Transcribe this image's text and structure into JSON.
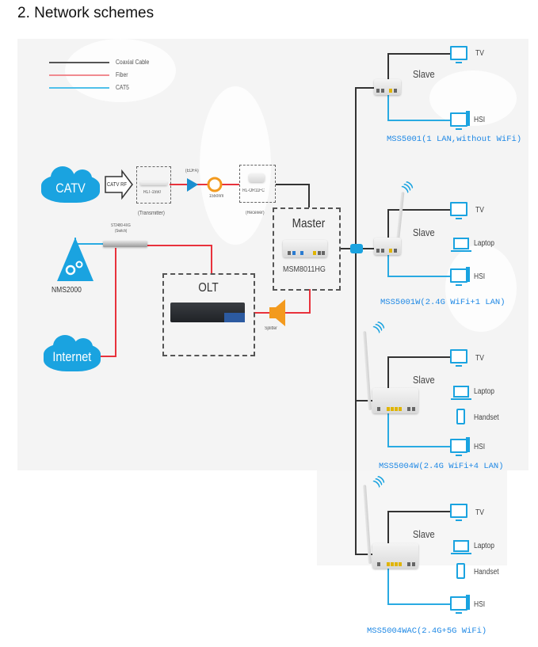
{
  "heading": "2.  Network schemes",
  "legend": [
    {
      "label": "Coaxial Cable",
      "color": "#555555"
    },
    {
      "label": "Fiber",
      "color": "#e8323c"
    },
    {
      "label": "CAT5",
      "color": "#29aae2"
    }
  ],
  "sources": {
    "catv": "CATV",
    "catv_rf": "CATV RF",
    "nms": "NMS2000",
    "internet": "Internet"
  },
  "headend": {
    "transmitter_model": "RLT-1550",
    "transmitter_caption": "(Transmitter)",
    "edfa": "(EDFA)",
    "wavelength": "1550nm",
    "receiver_model": "RL-OR11FC",
    "receiver_caption": "(Receiver)",
    "switch_model": "ST2480-4XG",
    "switch_caption": "(Switch)",
    "olt": "OLT",
    "splitter": "Splitter"
  },
  "master": {
    "title": "Master",
    "model": "MSM8011HG"
  },
  "slaves": [
    {
      "label": "Slave",
      "devices": [
        "TV",
        "HSI"
      ],
      "model": "MSS5001(1 LAN,without WiFi)"
    },
    {
      "label": "Slave",
      "devices": [
        "TV",
        "Laptop",
        "HSI"
      ],
      "model": "MSS5001W(2.4G WiFi+1 LAN)"
    },
    {
      "label": "Slave",
      "devices": [
        "TV",
        "Laptop",
        "Handset",
        "HSI"
      ],
      "model": "MSS5004W(2.4G WiFi+4 LAN)"
    },
    {
      "label": "Slave",
      "devices": [
        "TV",
        "Laptop",
        "Handset",
        "HSI"
      ],
      "model": "MSS5004WAC(2.4G+5G WiFi)"
    }
  ],
  "colors": {
    "accent_blue": "#1aa3e0",
    "fiber_red": "#e8323c",
    "coax_gray": "#555555",
    "model_text": "#1e88e5",
    "splitter_orange": "#f39a1e"
  }
}
